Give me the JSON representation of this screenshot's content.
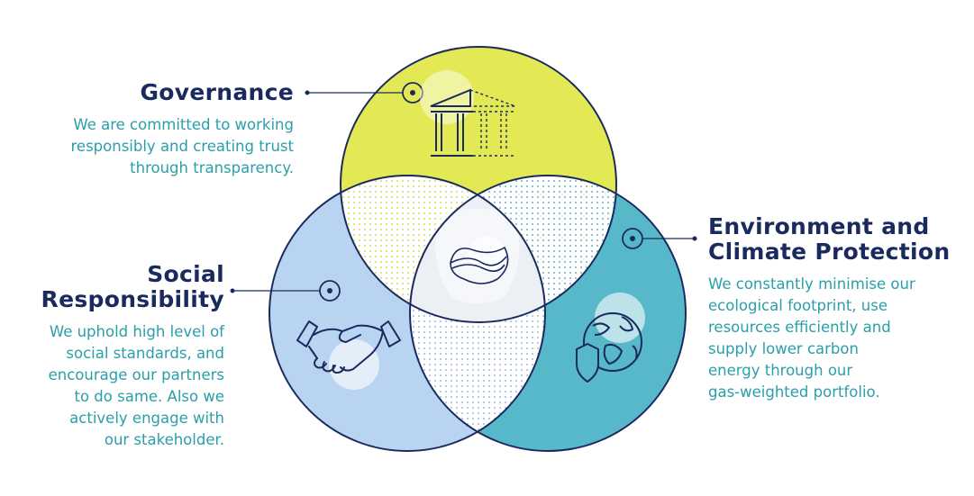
{
  "colors": {
    "governance": "#e3e955",
    "social": "#b9d4f1",
    "environment": "#56b8c9",
    "outline": "#1b2a5e",
    "title": "#1b2a5e",
    "text": "#2a9fa9"
  },
  "governance": {
    "title": "Governance",
    "lines": [
      "We are committed to working",
      "responsibly and creating trust",
      "through transparency."
    ],
    "icon": "pillared-building-icon"
  },
  "social": {
    "title_lines": [
      "Social",
      "Responsibility"
    ],
    "lines": [
      "We uphold high level of",
      "social standards, and",
      "encourage our partners",
      "to do same. Also we",
      "actively engage with",
      "our stakeholder."
    ],
    "icon": "handshake-icon"
  },
  "environment": {
    "title_lines": [
      "Environment and",
      "Climate Protection"
    ],
    "lines": [
      "We constantly minimise our",
      "ecological footprint, use",
      "resources efficiently and",
      "supply lower carbon",
      "energy through our",
      "gas-weighted portfolio."
    ],
    "icon": "globe-shield-icon"
  },
  "center": {
    "icon": "wave-blob-icon"
  }
}
